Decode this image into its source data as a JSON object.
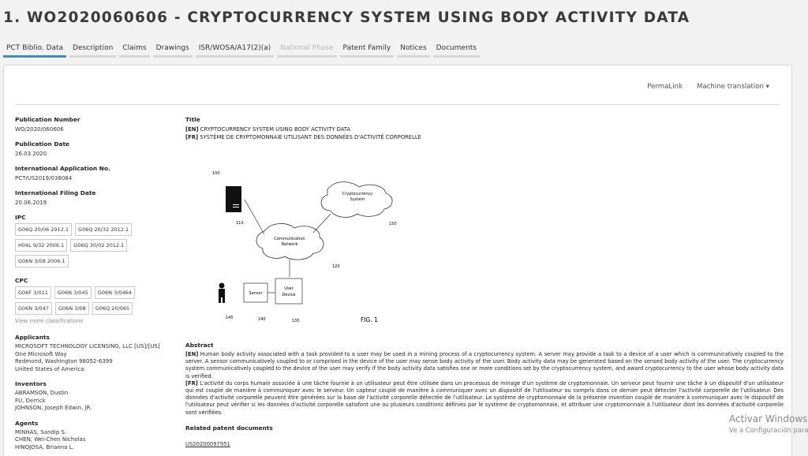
{
  "page": {
    "title": "1. WO2020060606 - CRYPTOCURRENCY SYSTEM USING BODY ACTIVITY DATA"
  },
  "tabs": [
    {
      "label": "PCT Biblio. Data",
      "active": true
    },
    {
      "label": "Description"
    },
    {
      "label": "Claims"
    },
    {
      "label": "Drawings"
    },
    {
      "label": "ISR/WOSA/A17(2)(a)"
    },
    {
      "label": "National Phase",
      "disabled": true
    },
    {
      "label": "Patent Family"
    },
    {
      "label": "Notices"
    },
    {
      "label": "Documents"
    }
  ],
  "toplinks": {
    "permalink": "PermaLink",
    "machine_translation": "Machine translation ▾"
  },
  "biblio": {
    "pub_number_label": "Publication Number",
    "pub_number": "WO/2020/060606",
    "pub_date_label": "Publication Date",
    "pub_date": "26.03.2020",
    "intl_app_label": "International Application No.",
    "intl_app": "PCT/US2019/038084",
    "intl_filing_label": "International Filing Date",
    "intl_filing": "20.06.2019",
    "ipc_label": "IPC",
    "ipc": [
      "G06Q 20/06 2012.1",
      "G06Q 20/32 2012.1",
      "H04L 9/32 2006.1",
      "G06Q 30/02 2012.1",
      "G06N 3/08 2006.1"
    ],
    "cpc_label": "CPC",
    "cpc": [
      "G06F 3/011",
      "G06N 3/045",
      "G06N 3/0464",
      "G06N 3/047",
      "G06N 3/08",
      "G06Q 20/065"
    ],
    "view_more": "View more classifications",
    "applicants_label": "Applicants",
    "applicants": "MICROSOFT TECHNOLOGY LICENSING, LLC [US]/[US]",
    "applicant_address": [
      "One Microsoft Way",
      "Redmond, Washington 98052-6399",
      "United States of America"
    ],
    "inventors_label": "Inventors",
    "inventors": [
      "ABRAMSON, Dustin",
      "FU, Derrick",
      "JOHNSON, Joseph Edwin, JR."
    ],
    "agents_label": "Agents",
    "agents": [
      "MINHAS, Sandip S.",
      "CHEN, Wei-Chen Nicholas",
      "HINOJOSA, Brianna L."
    ]
  },
  "title_section": {
    "label": "Title",
    "en_tag": "[EN]",
    "en": "CRYPTOCURRENCY SYSTEM USING BODY ACTIVITY DATA",
    "fr_tag": "[FR]",
    "fr": "SYSTÈME DE CRYPTOMONNAIE UTILISANT DES DONNÉES D'ACTIVITÉ CORPORELLE"
  },
  "figure": {
    "ref_100": "100",
    "crypto_line1": "Cryptocurrency",
    "crypto_line2": "System",
    "ref_150": "150",
    "ref_110": "110",
    "comm_line1": "Communication",
    "comm_line2": "Network",
    "ref_120": "120",
    "sensor": "Sensor",
    "user_line1": "User",
    "user_line2": "Device",
    "ref_145": "145",
    "ref_140": "140",
    "ref_130": "130",
    "caption": "FIG. 1"
  },
  "abstract": {
    "label": "Abstract",
    "en_tag": "[EN]",
    "en": "Human body activity associated with a task provided to a user may be used in a mining process of a cryptocurrency system. A server may provide a task to a device of a user which is communicatively coupled to the server. A sensor communicatively coupled to or comprised in the device of the user may sense body activity of the user. Body activity data may be generated based on the sensed body activity of the user. The cryptocurrency system communicatively coupled to the device of the user may verify if the body activity data satisfies one or more conditions set by the cryptocurrency system, and award cryptocurrency to the user whose body activity data is verified.",
    "fr_tag": "[FR]",
    "fr": "L'activité du corps humain associée à une tâche fournie à un utilisateur peut être utilisée dans un processus de minage d'un système de cryptomonnaie. Un serveur peut fournir une tâche à un dispositif d'un utilisateur qui est couplé de manière à communiquer avec le serveur. Un capteur couplé de manière à communiquer avec un dispositif de l'utilisateur ou compris dans ce dernier peut détecter l'activité corporelle de l'utilisateur. Des données d'activité corporelle peuvent être générées sur la base de l'activité corporelle détectée de l'utilisateur. Le système de cryptomonnaie de la présente invention couplé de manière à communiquer avec le dispositif de l'utilisateur peut vérifier si les données d'activité corporelle satisfont une ou plusieurs conditions définies par le système de cryptomonnaie, et attribuer une cryptomonnaie à l'utilisateur dont les données d'activité corporelle sont vérifiées."
  },
  "related": {
    "label": "Related patent documents",
    "doc": "US20200097951"
  },
  "watermark": {
    "line1": "Activar Windows",
    "line2": "Ve a Configuración para activar Windows."
  }
}
